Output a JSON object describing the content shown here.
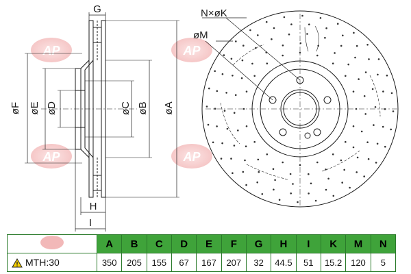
{
  "watermark": "AP",
  "dimension_labels": {
    "G": "G",
    "H": "H",
    "I": "I",
    "F": "øF",
    "E": "øE",
    "D": "øD",
    "C": "øC",
    "B": "øB",
    "A": "øA",
    "NK": "N×øK",
    "M": "øM"
  },
  "spec_table": {
    "headers": [
      "A",
      "B",
      "C",
      "D",
      "E",
      "F",
      "G",
      "H",
      "I",
      "K",
      "M",
      "N"
    ],
    "values": [
      "350",
      "205",
      "155",
      "67",
      "167",
      "207",
      "32",
      "44.5",
      "51",
      "15.2",
      "120",
      "5"
    ],
    "mth_label": "MTH:30"
  },
  "colors": {
    "table_header": "#3fa33a",
    "watermark": "#f2b8b8",
    "line": "#1a1a1a",
    "warning": "#f5d000"
  }
}
